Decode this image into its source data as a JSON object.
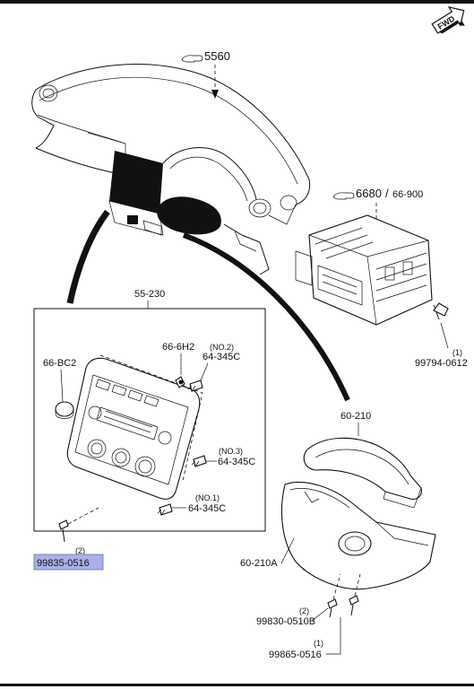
{
  "fwd_badge": "FWD",
  "refs": {
    "dashboard": "5560",
    "audio_unit": "6680",
    "audio_unit_sep": "/",
    "audio_unit_alt": "66-900"
  },
  "groups": {
    "control_panel": "55-230",
    "column_cover": "60-210"
  },
  "parts": {
    "knob": "66-BC2",
    "bulb": "66-6H2",
    "socket_no2": "(NO.2)",
    "socket_no2_code": "64-345C",
    "socket_no3": "(NO.3)",
    "socket_no3_code": "64-345C",
    "socket_no1": "(NO.1)",
    "socket_no1_code": "64-345C",
    "screw_qty_a": "(2)",
    "screw_a": "99835-0516",
    "bolt_qty": "(1)",
    "bolt": "99794-0612",
    "lower_cover": "60-210A",
    "screw_qty_b": "(2)",
    "screw_b": "99830-0510B",
    "screw_qty_c": "(1)",
    "screw_c": "99865-0516"
  },
  "colors": {
    "line": "#111111",
    "highlight": "#aab0e6"
  }
}
